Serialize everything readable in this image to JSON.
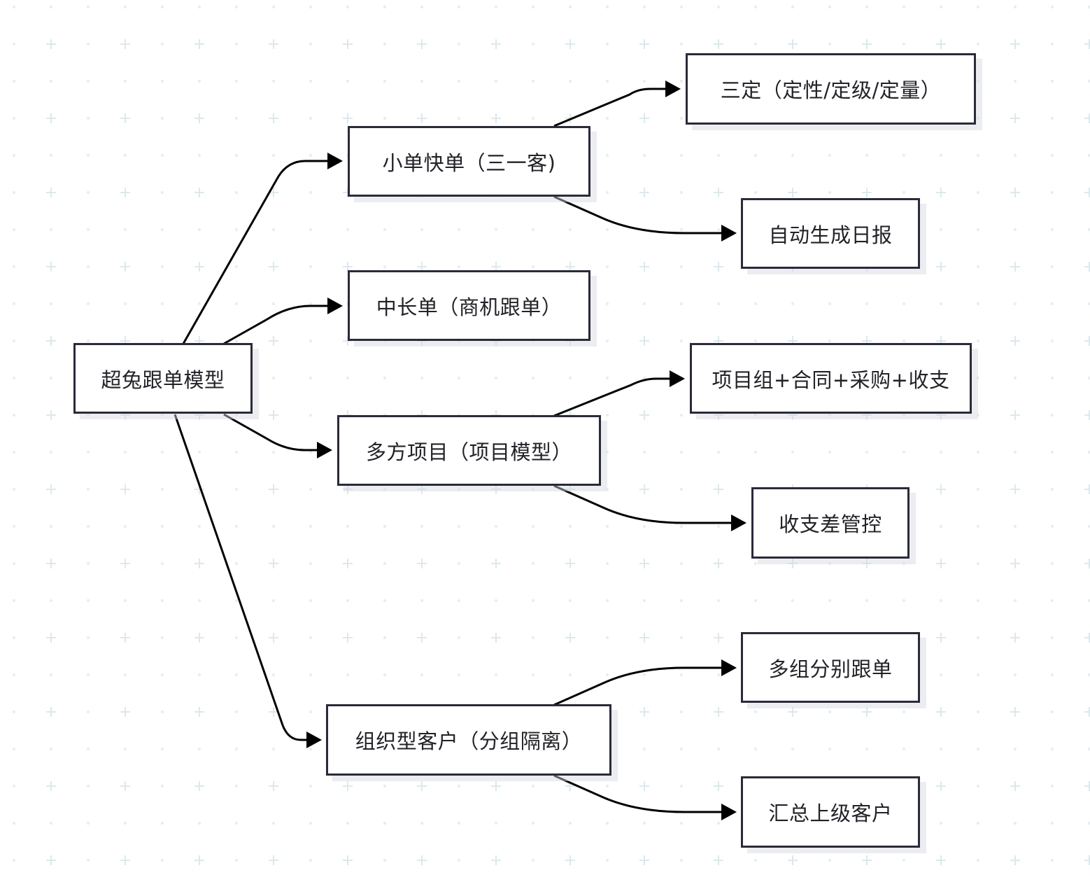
{
  "diagram": {
    "nodes": [
      {
        "id": "root",
        "label": "超兔跟单模型"
      },
      {
        "id": "small",
        "label": "小单快单（三一客)"
      },
      {
        "id": "mid",
        "label": "中长单（商机跟单）"
      },
      {
        "id": "multi",
        "label": "多方项目（项目模型）"
      },
      {
        "id": "org",
        "label": "组织型客户（分组隔离）"
      },
      {
        "id": "sanding",
        "label": "三定（定性/定级/定量）"
      },
      {
        "id": "daily",
        "label": "自动生成日报"
      },
      {
        "id": "projgroup",
        "label": "项目组+合同+采购+收支"
      },
      {
        "id": "balance",
        "label": "收支差管控"
      },
      {
        "id": "multigroup",
        "label": "多组分别跟单"
      },
      {
        "id": "summary",
        "label": "汇总上级客户"
      }
    ],
    "edges": [
      {
        "from": "root",
        "to": "small"
      },
      {
        "from": "root",
        "to": "mid"
      },
      {
        "from": "root",
        "to": "multi"
      },
      {
        "from": "root",
        "to": "org"
      },
      {
        "from": "small",
        "to": "sanding"
      },
      {
        "from": "small",
        "to": "daily"
      },
      {
        "from": "multi",
        "to": "projgroup"
      },
      {
        "from": "multi",
        "to": "balance"
      },
      {
        "from": "org",
        "to": "multigroup"
      },
      {
        "from": "org",
        "to": "summary"
      }
    ]
  },
  "colors": {
    "node_border": "#2a2a3a",
    "edge": "#000000",
    "grid_dot": "#e8eef1",
    "grid_plus": "#dde8ec"
  }
}
